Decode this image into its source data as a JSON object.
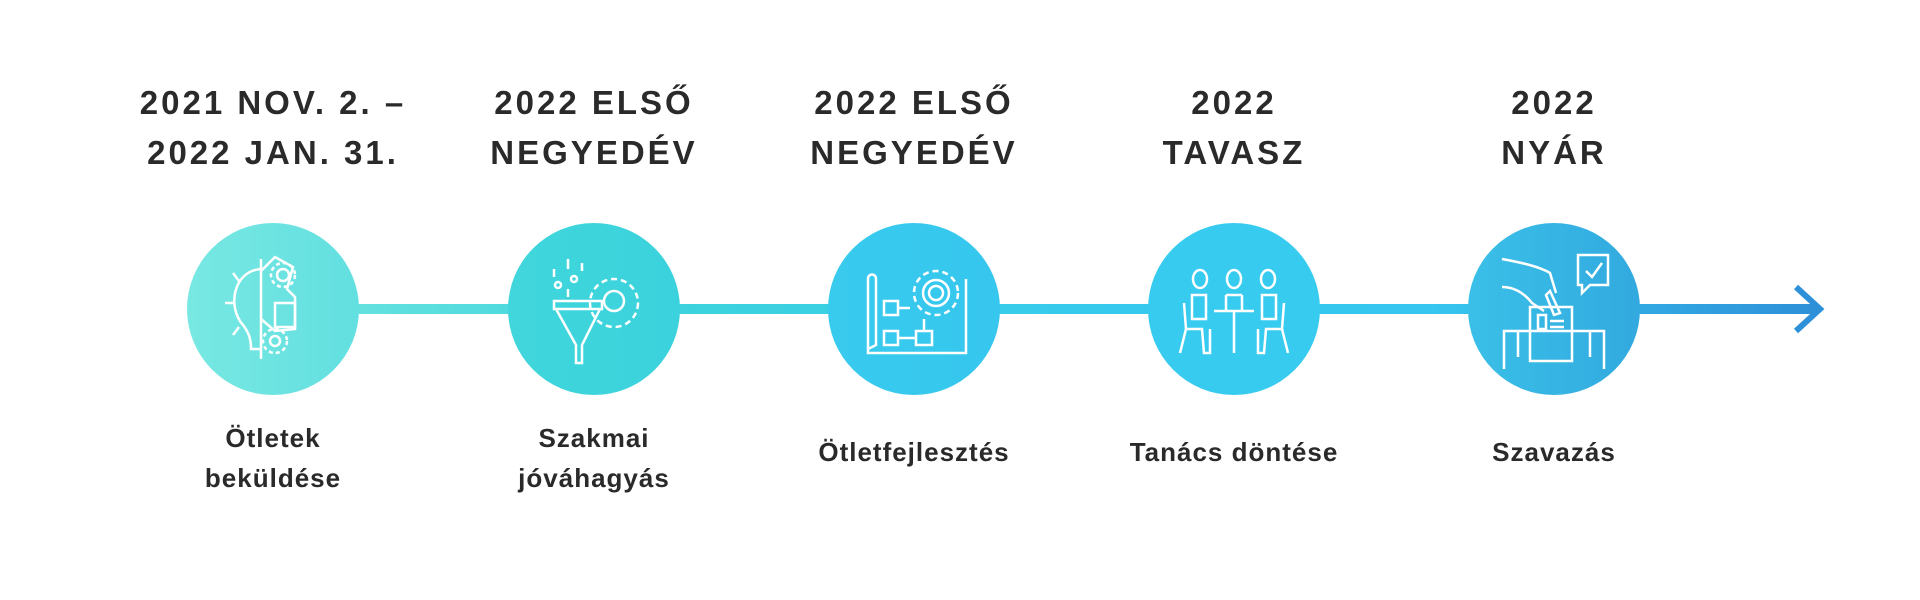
{
  "colors": {
    "text": "#2a2a2a",
    "gradient_start": "#6ee5e0",
    "gradient_end": "#2e90d8"
  },
  "steps": [
    {
      "date_line1": "2021 NOV. 2. –",
      "date_line2": "2022 JAN. 31.",
      "label_line1": "Ötletek",
      "label_line2": "beküldése",
      "icon": "lightbulb-gears-icon",
      "color": "#70e4e2"
    },
    {
      "date_line1": "2022 ELSŐ",
      "date_line2": "NEGYEDÉV",
      "label_line1": "Szakmai",
      "label_line2": "jóváhagyás",
      "icon": "funnel-gear-icon",
      "color": "#3ed4dc"
    },
    {
      "date_line1": "2022 ELSŐ",
      "date_line2": "NEGYEDÉV",
      "label_line1": "Ötletfejlesztés",
      "label_line2": "",
      "icon": "blueprint-gear-icon",
      "color": "#38c9ec"
    },
    {
      "date_line1": "2022",
      "date_line2": "TAVASZ",
      "label_line1": "Tanács döntése",
      "label_line2": "",
      "icon": "meeting-icon",
      "color": "#38cbf0"
    },
    {
      "date_line1": "2022",
      "date_line2": "NYÁR",
      "label_line1": "Szavazás",
      "label_line2": "",
      "icon": "ballot-box-icon",
      "color": "#35b5e3"
    }
  ]
}
